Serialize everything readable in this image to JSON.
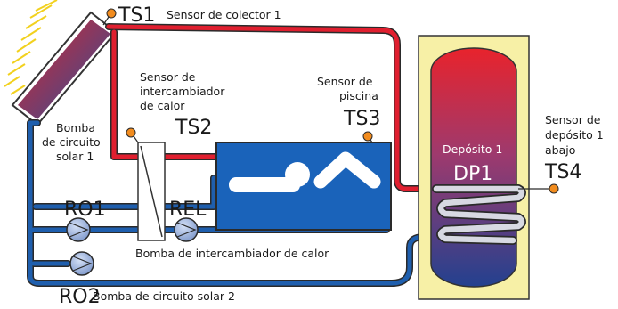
{
  "labels": {
    "ts1_code": "TS1",
    "ts1_desc": "Sensor de colector 1",
    "ts2_desc": [
      "Sensor de",
      "intercambiador",
      "de calor"
    ],
    "ts2_code": "TS2",
    "ts3_desc": [
      "Sensor de",
      "piscina"
    ],
    "ts3_code": "TS3",
    "ts4_desc": [
      "Sensor de",
      "depósito 1",
      "abajo"
    ],
    "ts4_code": "TS4",
    "ro1_desc": [
      "Bomba",
      "de circuito",
      "solar 1"
    ],
    "ro1_code": "RO1",
    "rel_code": "REL",
    "rel_desc": "Bomba de intercambiador de calor",
    "ro2_code": "RO2",
    "ro2_desc": "Bomba de circuito solar 2",
    "tank_name": "Depósito 1",
    "tank_code": "DP1"
  },
  "colors": {
    "hot_pipe": "#e01f2f",
    "cold_pipe": "#1f5fae",
    "pool": "#1a63ba",
    "tank_jacket": "#f7f0a6",
    "sensor": "#f28c1e",
    "pump": "#9fb5e4"
  }
}
